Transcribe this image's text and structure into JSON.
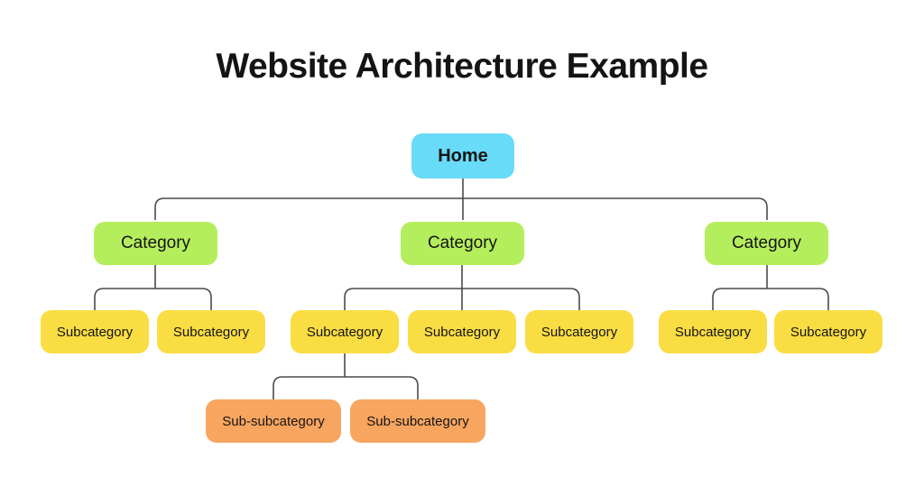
{
  "title": "Website Architecture Example",
  "colors": {
    "background": "#ffffff",
    "text": "#141414",
    "line": "#4a4a4a",
    "home": "#68dbf8",
    "category": "#b5ee5c",
    "subcategory": "#fadd43",
    "subsubcategory": "#f8a55f"
  },
  "diagram": {
    "home": {
      "label": "Home"
    },
    "categories": [
      {
        "label": "Category"
      },
      {
        "label": "Category"
      },
      {
        "label": "Category"
      }
    ],
    "subcategories": [
      {
        "label": "Subcategory"
      },
      {
        "label": "Subcategory"
      },
      {
        "label": "Subcategory"
      },
      {
        "label": "Subcategory"
      },
      {
        "label": "Subcategory"
      },
      {
        "label": "Subcategory"
      },
      {
        "label": "Subcategory"
      }
    ],
    "subsubcategories": [
      {
        "label": "Sub-subcategory"
      },
      {
        "label": "Sub-subcategory"
      }
    ]
  }
}
